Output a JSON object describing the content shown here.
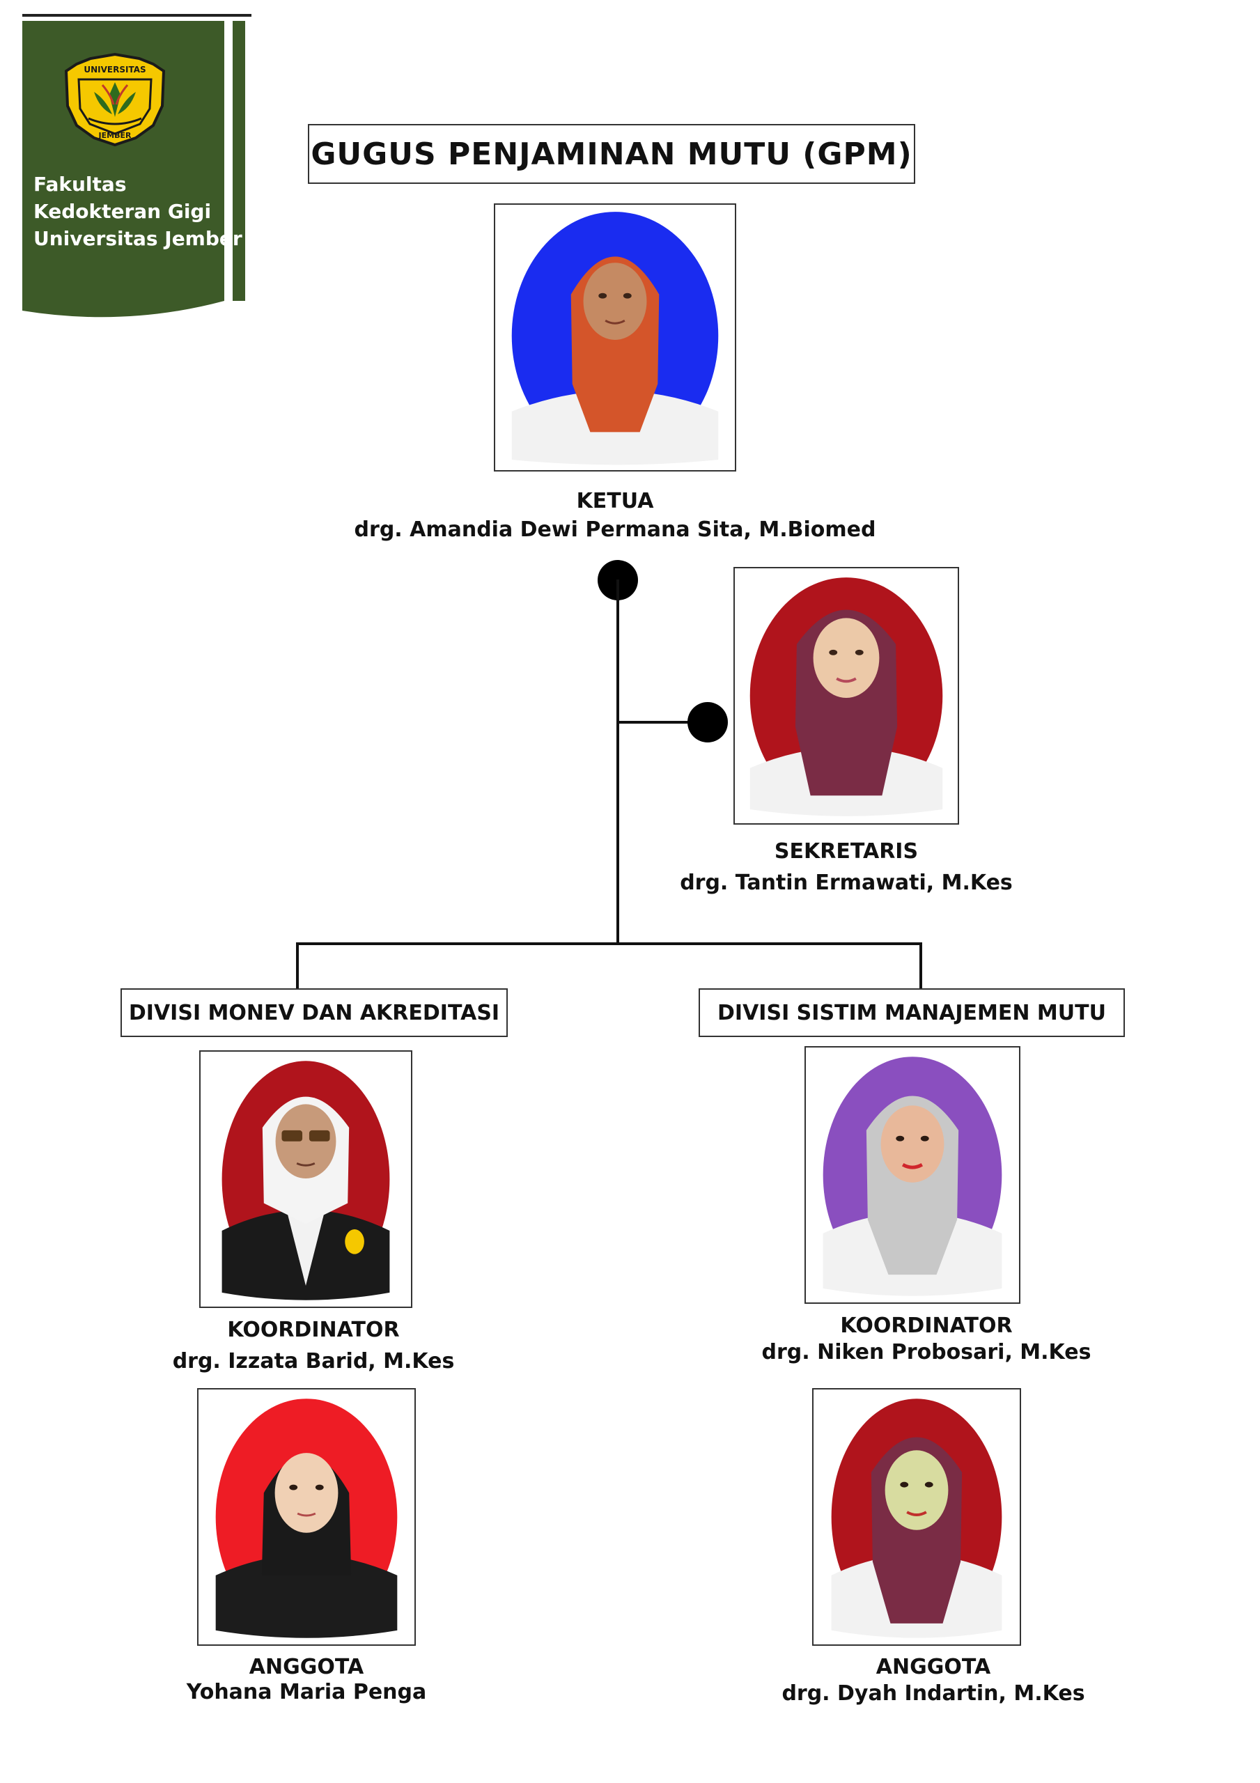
{
  "logo": {
    "lines": [
      "Fakultas",
      "Kedokteran Gigi",
      "Universitas Jember"
    ],
    "emblem_text_top": "UNIVERSITAS",
    "emblem_text_bottom": "JEMBER",
    "color": "#3d5a28"
  },
  "title": "GUGUS PENJAMINAN MUTU (GPM)",
  "chair": {
    "role": "KETUA",
    "name": "drg. Amandia Dewi Permana Sita, M.Biomed",
    "photo_bg": "#1a2cf0"
  },
  "secretary": {
    "role": "SEKRETARIS",
    "name": "drg. Tantin Ermawati, M.Kes",
    "photo_bg": "#b0141c"
  },
  "divisions": [
    {
      "label": "DIVISI MONEV DAN AKREDITASI",
      "coordinator": {
        "role": "KOORDINATOR",
        "name": "drg. Izzata Barid, M.Kes",
        "photo_bg": "#b0141c"
      },
      "member": {
        "role": "ANGGOTA",
        "name": "Yohana Maria Penga",
        "photo_bg": "#ee1c25"
      }
    },
    {
      "label": "DIVISI SISTIM MANAJEMEN MUTU",
      "coordinator": {
        "role": "KOORDINATOR",
        "name": "drg. Niken Probosari, M.Kes",
        "photo_bg": "#8a4fbf"
      },
      "member": {
        "role": "ANGGOTA",
        "name": "drg. Dyah Indartin, M.Kes",
        "photo_bg": "#b0141c"
      }
    }
  ]
}
